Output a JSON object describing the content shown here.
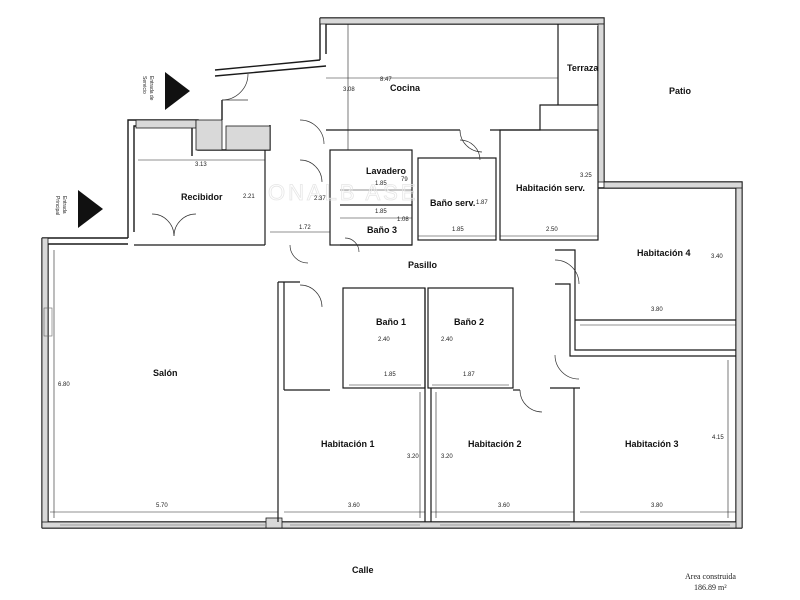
{
  "rooms": {
    "cocina": "Cocina",
    "terraza": "Terraza",
    "patio": "Patio",
    "lavadero": "Lavadero",
    "recibidor": "Recibidor",
    "bano_serv": "Baño serv.",
    "habitacion_serv": "Habitación serv.",
    "bano_3": "Baño 3",
    "pasillo": "Pasillo",
    "habitacion_4": "Habitación 4",
    "bano_1": "Baño 1",
    "bano_2": "Baño 2",
    "salon": "Salón",
    "habitacion_1": "Habitación 1",
    "habitacion_2": "Habitación 2",
    "habitacion_3": "Habitación 3",
    "calle": "Calle"
  },
  "entrances": {
    "servicio": [
      "Entrada de",
      "Servicio"
    ],
    "principal": [
      "Entrada",
      "Principal"
    ]
  },
  "dimensions": {
    "cocina_w": "8.47",
    "cocina_h": "3.08",
    "recibidor_w": "3.13",
    "recibidor_h": "2.21",
    "lav_a": "1.85",
    "lav_b": "79",
    "lav_c": "2.37",
    "bano3_w": "1.85",
    "bano3_h": "1.08",
    "corr_w": "1.72",
    "banoserv_h": "1.87",
    "banoserv_w": "1.85",
    "habserv_w": "2.50",
    "habserv_h": "3.25",
    "hab4_h": "3.40",
    "hab4_w": "3.80",
    "bano1_h": "2.40",
    "bano1_w": "1.85",
    "bano2_h": "2.40",
    "bano2_w": "1.87",
    "salon_h": "6.80",
    "salon_w": "5.70",
    "hab1_h": "3.20",
    "hab1_w": "3.60",
    "hab2_h": "3.20",
    "hab2_w": "3.60",
    "hab3_h": "4.15",
    "hab3_w": "3.80"
  },
  "area": {
    "label": "Area construida",
    "value": "186.89 m²"
  },
  "colors": {
    "wall": "#1a1a1a",
    "wall_fill": "#d9d9d9",
    "dim_line": "#222222",
    "watermark": "#e6e6e6"
  }
}
